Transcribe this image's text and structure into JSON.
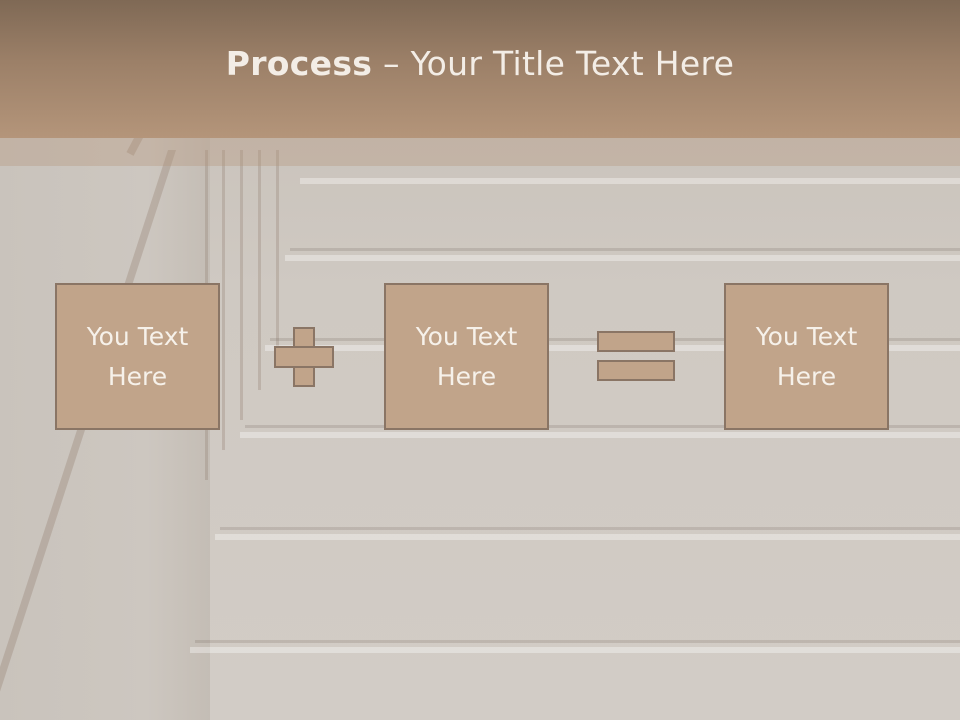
{
  "slide": {
    "title_bold": "Process",
    "title_rest": " – Your Title Text Here",
    "boxes": [
      {
        "text": "You Text Here"
      },
      {
        "text": "You Text Here"
      },
      {
        "text": "You Text Here"
      }
    ],
    "operators": [
      "plus-icon",
      "equals-icon"
    ]
  },
  "colors": {
    "title_bar": "#9c8068",
    "box_fill": "#c1a48a",
    "box_border": "#8a7565",
    "text_light": "#f6f1ea",
    "background": "#cdc7c0"
  }
}
